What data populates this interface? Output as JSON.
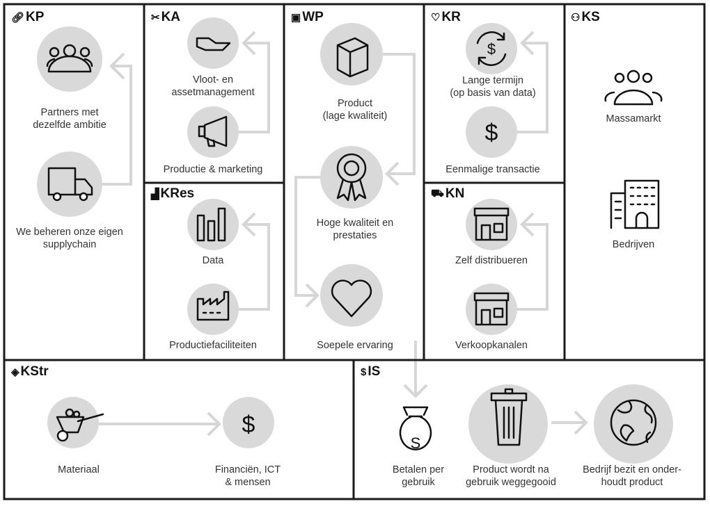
{
  "colors": {
    "border": "#1a1a1a",
    "circle": "#d9d9d9",
    "arrow": "#d6d6d6",
    "text": "#333333"
  },
  "blocks": {
    "kp": {
      "title": "KP",
      "icon": "link-icon",
      "items": [
        "Partners met\ndezelfde ambitie",
        "We beheren onze eigen\nsupplychain"
      ]
    },
    "ka": {
      "title": "KA",
      "icon": "tools-icon",
      "items": [
        "Vloot- en\nassetmanagement",
        "Productie & marketing"
      ]
    },
    "kres": {
      "title": "KRes",
      "icon": "factory-icon",
      "items": [
        "Data",
        "Productiefaciliteiten"
      ]
    },
    "wp": {
      "title": "WP",
      "icon": "gift-icon",
      "items": [
        "Product\n(lage kwaliteit)",
        "Hoge kwaliteit en\nprestaties",
        "Soepele ervaring"
      ]
    },
    "kr": {
      "title": "KR",
      "icon": "heart-icon",
      "items": [
        "Lange termijn\n(op basis van data)",
        "Eenmalige transactie"
      ]
    },
    "kn": {
      "title": "KN",
      "icon": "truck-icon",
      "items": [
        "Zelf distribueren",
        "Verkoopkanalen"
      ]
    },
    "ks": {
      "title": "KS",
      "icon": "people-icon",
      "items": [
        "Massamarkt",
        "Bedrijven"
      ]
    },
    "kstr": {
      "title": "KStr",
      "icon": "tag-icon",
      "items": [
        "Materiaal",
        "Financiën, ICT\n& mensen"
      ]
    },
    "is": {
      "title": "IS",
      "icon": "money-bag-icon",
      "items": [
        "Betalen per\ngebruik",
        "Product wordt na\ngebruik weggegooid",
        "Bedrijf bezit en onder-\nhoudt product"
      ]
    }
  }
}
